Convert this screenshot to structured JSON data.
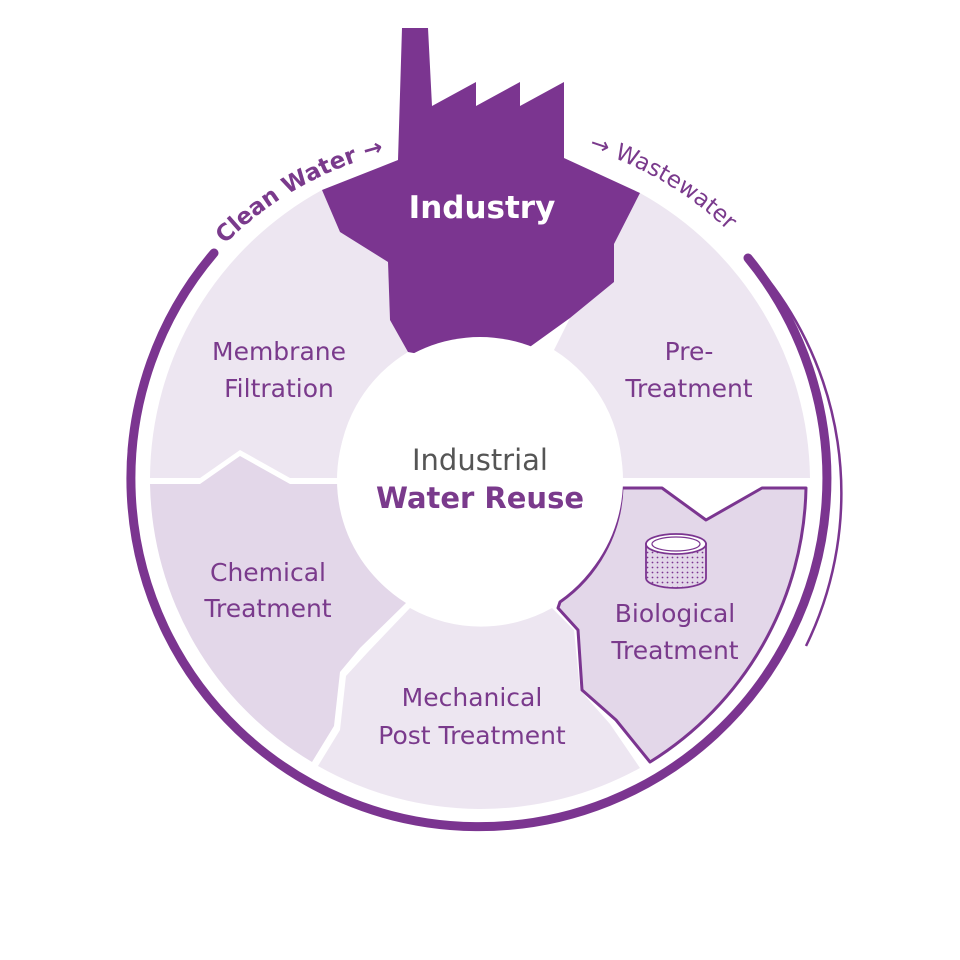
{
  "title": {
    "line1": "Industrial",
    "line2": "Water Reuse"
  },
  "hub": {
    "label": "Industry"
  },
  "flows": {
    "clean": "Clean Water →",
    "waste": "→ Wastewater"
  },
  "segments": {
    "membrane": {
      "line1": "Membrane",
      "line2": "Filtration"
    },
    "pre": {
      "line1": "Pre-",
      "line2": "Treatment"
    },
    "chemical": {
      "line1": "Chemical",
      "line2": "Treatment"
    },
    "biological": {
      "line1": "Biological",
      "line2": "Treatment",
      "icon": "bioreactor-tank-icon"
    },
    "mechanical": {
      "line1": "Mechanical",
      "line2": "Post Treatment"
    }
  },
  "colors": {
    "accent": "#7b3590",
    "segment_light": "#ede6f1",
    "segment_medium": "#e3d7e9",
    "segment_text": "#7a3a8c",
    "center": "#ffffff"
  }
}
